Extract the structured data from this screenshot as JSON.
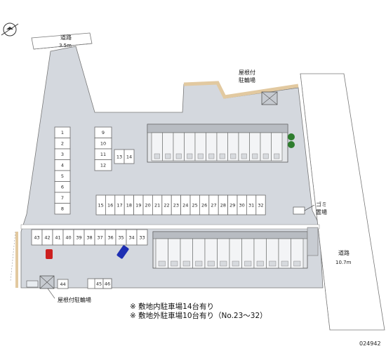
{
  "roads": {
    "top": {
      "name": "道路",
      "width": "3.5m"
    },
    "right": {
      "name": "道路",
      "width": "10.7m"
    }
  },
  "labels": {
    "roof_bike_top": [
      "屋根付",
      "駐輪場"
    ],
    "garbage": [
      "ゴミ",
      "置場"
    ],
    "roof_bike_bottom": "屋根付駐輪場"
  },
  "parking_slots": {
    "col_a": [
      "1",
      "2",
      "3",
      "4",
      "5",
      "6",
      "7",
      "8"
    ],
    "col_b": [
      "9",
      "10",
      "11",
      "12"
    ],
    "col_c": [
      "13",
      "14"
    ],
    "row_mid": [
      "15",
      "16",
      "17",
      "18",
      "19",
      "20",
      "21",
      "22",
      "23",
      "24",
      "25",
      "26",
      "27",
      "28",
      "29",
      "30",
      "31",
      "32"
    ],
    "row_low": [
      "43",
      "42",
      "41",
      "40",
      "39",
      "38",
      "37",
      "36",
      "35",
      "34",
      "33"
    ],
    "bottom": [
      "44",
      "45",
      "46"
    ]
  },
  "notes": [
    "※ 敷地内駐車場14台有り",
    "※ 敷地外駐車場10台有り（No.23～32）"
  ],
  "code": "024942",
  "colors": {
    "lot": "#d4d8de",
    "building": "#b8bcc2",
    "road_edge": "#777777",
    "wall": "#e2c9a0",
    "car_red": "#cc1f1f",
    "car_blue": "#1e2fb3",
    "tree": "#2e7d2e"
  },
  "icons": [
    "compass-icon"
  ]
}
